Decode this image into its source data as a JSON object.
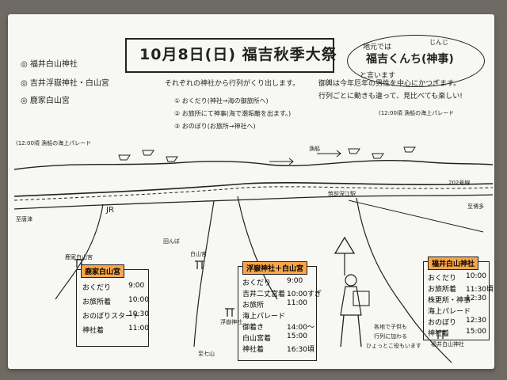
{
  "title": "10月8日(日) 福吉秋季大祭",
  "bubble": {
    "line1": "地元では",
    "line2": "福吉くんち(神事)",
    "ruby": "じんじ",
    "line3": "と言います"
  },
  "shrines": [
    "福井白山神社",
    "吉井浮嶽神社・白山宮",
    "鹿家白山宮"
  ],
  "intro": "それぞれの神社から行列がくり出します。",
  "mikoshi_note": [
    "御輿は今年厄年の男性を中心にかつぎます。",
    "行列ごとに動きも違って、見比べても楽しい!"
  ],
  "events": [
    "おくだり(神社→海の御旅所へ)",
    "お旅所にて神事(海で潮垢離を出ます。)",
    "おのぼり(お旅所→神社へ)"
  ],
  "parade_left": "(12:00頃 漁船の海上パレード",
  "parade_right": "(12:00頃 漁船の海上パレード",
  "map": {
    "jr": "JR",
    "route202": "202号線",
    "station": "筑前深江駅",
    "boats": "漁船",
    "label_left": "至唐津",
    "label_right": "至博多",
    "fields": "田んぼ",
    "bottom": "至七山"
  },
  "schedule_kaya": {
    "name": "鹿家白山宮",
    "rows": [
      [
        "おくだり",
        "9:00"
      ],
      [
        "お旅所着",
        "10:00"
      ],
      [
        "おのぼりスタート",
        "10:30"
      ],
      [
        "神社着",
        "11:00"
      ]
    ]
  },
  "schedule_fuk": {
    "name": "浮嶽神社＋白山宮",
    "rows": [
      [
        "おくだり",
        "9:00"
      ],
      [
        "吉井二丈宮着",
        "10:00すぎ"
      ],
      [
        "お旅所",
        "11:00"
      ],
      [
        "海上パレード",
        ""
      ],
      [
        "御着き",
        "14:00〜"
      ],
      [
        "白山宮着",
        "15:00"
      ],
      [
        "神社着",
        "16:30頃"
      ]
    ]
  },
  "schedule_fukui": {
    "name": "福井白山神社",
    "rows": [
      [
        "おくだり",
        "10:00"
      ],
      [
        "お旅所着",
        "11:30頃"
      ],
      [
        "株更所・神事",
        "12:30"
      ],
      [
        "海上パレード",
        ""
      ],
      [
        "おのぼり",
        "12:30"
      ],
      [
        "神社着",
        "15:00"
      ]
    ]
  },
  "figure_note": [
    "各地で子供も",
    "行列に加わる",
    "ひょっとこ役もいます"
  ],
  "labels": {
    "hakusan": "白山宮",
    "fugaku": "浮嶽神社",
    "fukui": "福井白山神社"
  }
}
